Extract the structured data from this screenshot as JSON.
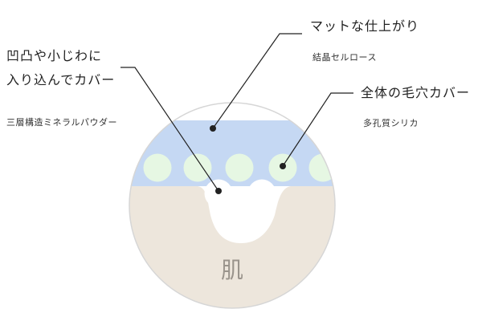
{
  "callouts": {
    "top": {
      "main": "マットな仕上がり",
      "sub": "結晶セルロース"
    },
    "left": {
      "main_line1": "凹凸や小じわに",
      "main_line2": "入り込んでカバー",
      "sub": "三層構造ミネラルパウダー"
    },
    "right": {
      "main": "全体の毛穴カバー",
      "sub": "多孔質シリカ"
    }
  },
  "diagram": {
    "skin_label": "肌",
    "colors": {
      "circle_border": "#d6d6d6",
      "skin": "#ede6dc",
      "powder_layer": "#c5d8f3",
      "green_particle": "#e6f7e3",
      "white_particle": "#ffffff",
      "skin_text": "#9a948c",
      "leader_line": "#222222"
    }
  }
}
